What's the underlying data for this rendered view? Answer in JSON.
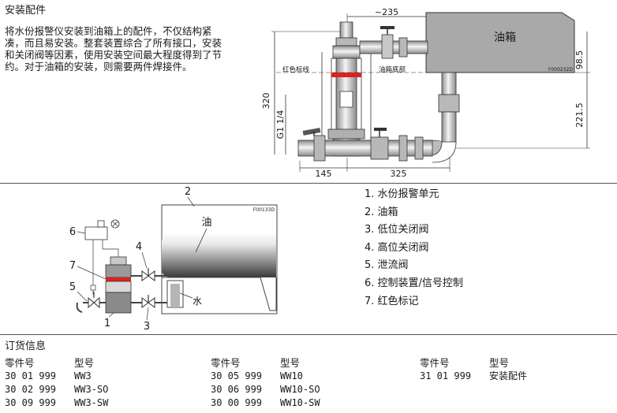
{
  "section_title": "安装配件",
  "intro_text": "将水份报警仪安装到油箱上的配件，不仅结构紧凑，而且易安装。整套装置综合了所有接口，安装和关闭阀等因素，使用安装空间最大程度得到了节约。对于油箱的安装，则需要两件焊接件。",
  "fig1": {
    "tank_label": "油箱",
    "red_mark_label": "红色标线",
    "tank_bottom_label": "油箱底部",
    "dim_top": "~235",
    "dim_right_upper": "98.5",
    "dim_right_lower": "221.5",
    "dim_left_height": "320",
    "thread_label": "G1 1/4",
    "dim_bottom_left": "145",
    "dim_bottom_right": "325",
    "figure_code": "F000232D"
  },
  "fig2": {
    "oil_label": "油",
    "water_label": "水",
    "figure_code": "F00133D",
    "callouts": [
      "1",
      "2",
      "3",
      "4",
      "5",
      "6",
      "7"
    ]
  },
  "legend": [
    "1. 水份报警单元",
    "2. 油箱",
    "3. 低位关闭阀",
    "4. 高位关闭阀",
    "5. 泄流阀",
    "6. 控制装置/信号控制",
    "7. 红色标记"
  ],
  "order": {
    "title": "订货信息",
    "col_part_header": "零件号",
    "col_type_header": "型号",
    "groups": [
      {
        "rows": [
          {
            "part": "30 01 999",
            "type": "WW3"
          },
          {
            "part": "30 02 999",
            "type": "WW3-SO"
          },
          {
            "part": "30 09 999",
            "type": "WW3-SW"
          }
        ]
      },
      {
        "rows": [
          {
            "part": "30 05 999",
            "type": "WW10"
          },
          {
            "part": "30 06 999",
            "type": "WW10-SO"
          },
          {
            "part": "30 00 999",
            "type": "WW10-SW"
          }
        ]
      },
      {
        "rows": [
          {
            "part": "31 01 999",
            "type": "安装配件"
          }
        ]
      }
    ]
  }
}
